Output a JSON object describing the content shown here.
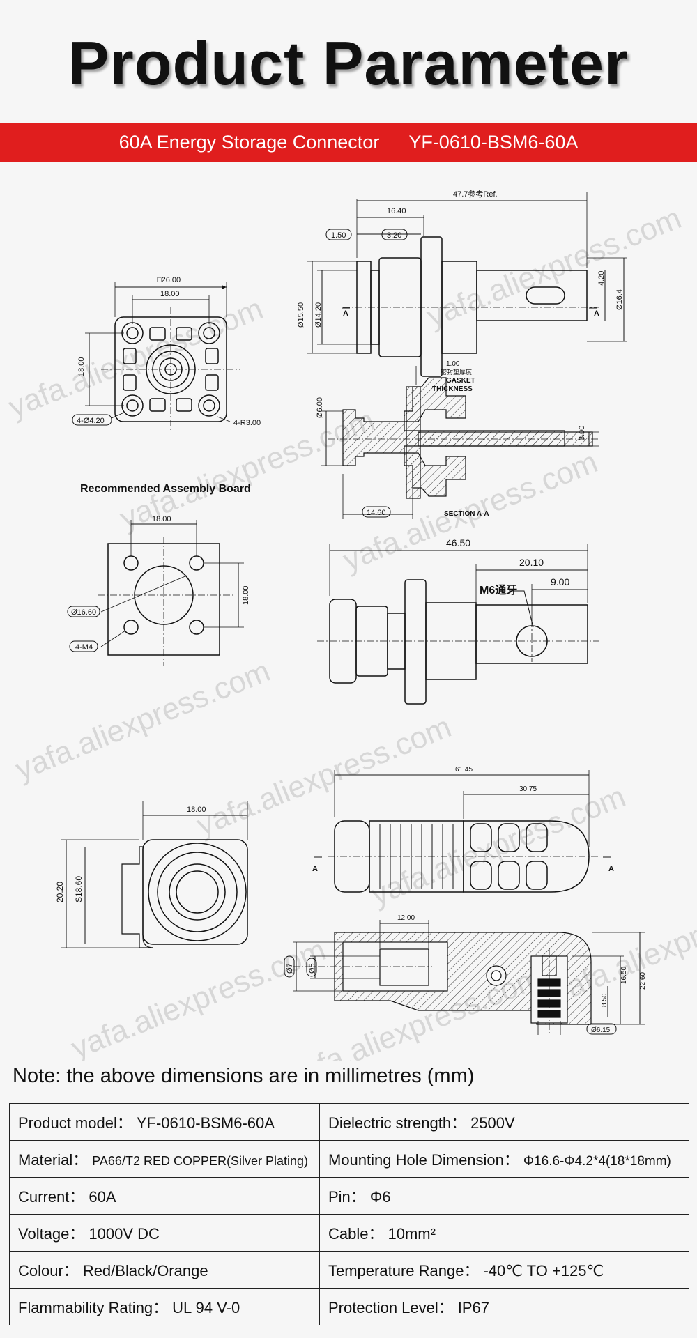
{
  "header": {
    "title": "Product Parameter",
    "banner_left": "60A Energy Storage Connector",
    "banner_right": "YF-0610-BSM6-60A"
  },
  "drawing": {
    "dims": {
      "top_square": "□26.00",
      "top_18": "18.00",
      "top_18v": "18.00",
      "holes": "4-Ø4.20",
      "radius": "4-R3.00",
      "ref_len": "47.7参考Ref.",
      "len_1640": "16.40",
      "len_150": "1.50",
      "len_320": "3.20",
      "dia_1550": "Ø15.50",
      "dia_1420": "Ø14.20",
      "dim_420": "4.20",
      "dia_164": "Ø16.4",
      "gasket_100": "1.00",
      "gasket_cn": "密封垫厚度",
      "gasket_en": "GASKET",
      "thickness_en": "THICKNESS",
      "dia_600": "Ø6.00",
      "dim_300": "3.00",
      "dim_1460": "14.60",
      "section": "SECTION  A-A",
      "label_a": "A",
      "board_title": "Recommended  Assembly  Board",
      "board_18": "18.00",
      "board_18v": "18.00",
      "board_dia": "Ø16.60",
      "board_m4": "4-M4",
      "side_4650": "46.50",
      "side_2010": "20.10",
      "side_900": "9.00",
      "side_m6": "M6通牙",
      "plug_18": "18.00",
      "plug_2020": "20.20",
      "plug_1860": "S18.60",
      "plug_6145": "61.45",
      "plug_3075": "30.75",
      "plug_1200": "12.00",
      "plug_dia7": "Ø7",
      "plug_dia5": "Ø5",
      "plug_850": "8.50",
      "plug_1650": "16.50",
      "plug_2260": "22.60",
      "plug_615": "Ø6.15"
    },
    "watermark": "yafa.aliexpress.com"
  },
  "note": "Note: the above dimensions are in millimetres (mm)",
  "specs": [
    {
      "l_key": "Product model：",
      "l_val": "YF-0610-BSM6-60A",
      "r_key": "Dielectric strength：",
      "r_val": "2500V"
    },
    {
      "l_key": "Material：",
      "l_val": "PA66/T2 RED COPPER(Silver Plating)",
      "r_key": "Mounting Hole Dimension：",
      "r_val": "Φ16.6-Φ4.2*4(18*18mm)"
    },
    {
      "l_key": "Current：",
      "l_val": "60A",
      "r_key": "Pin：",
      "r_val": "Φ6"
    },
    {
      "l_key": "Voltage：",
      "l_val": "1000V DC",
      "r_key": "Cable：",
      "r_val": "10mm²"
    },
    {
      "l_key": "Colour：",
      "l_val": "Red/Black/Orange",
      "r_key": "Temperature Range：",
      "r_val": "-40℃ TO +125℃"
    },
    {
      "l_key": "Flammability Rating：",
      "l_val": "UL 94 V-0",
      "r_key": "Protection Level：",
      "r_val": "IP67"
    }
  ]
}
